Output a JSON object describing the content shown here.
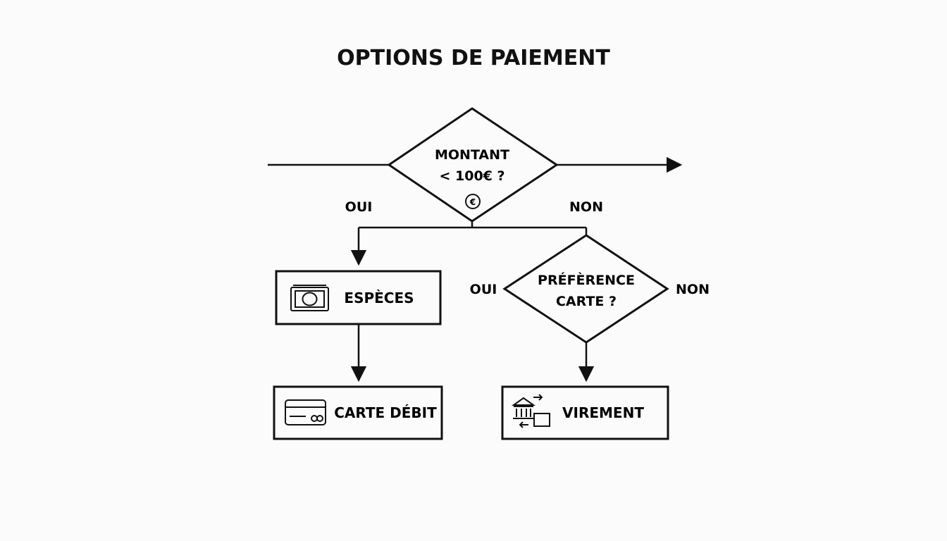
{
  "title": "OPTIONS DE PAIEMENT",
  "decision_amount": {
    "line1": "MONTANT",
    "line2": "< 100€ ?",
    "icon": "euro-coin-icon",
    "symbol": "€"
  },
  "decision_preference": {
    "line1": "PRÉFÈRENCE",
    "line2": "CARTE ?"
  },
  "branches": {
    "amount_yes": "OUI",
    "amount_no": "NON",
    "pref_yes": "OUI",
    "pref_no": "NON"
  },
  "nodes": {
    "cash": {
      "label": "ESPÈCES",
      "icon": "banknote-icon"
    },
    "debit": {
      "label": "CARTE DÉBIT",
      "icon": "credit-card-icon"
    },
    "transfer": {
      "label": "VIREMENT",
      "icon": "bank-transfer-icon"
    }
  },
  "colors": {
    "stroke": "#111111",
    "background": "#fbfbfb"
  }
}
